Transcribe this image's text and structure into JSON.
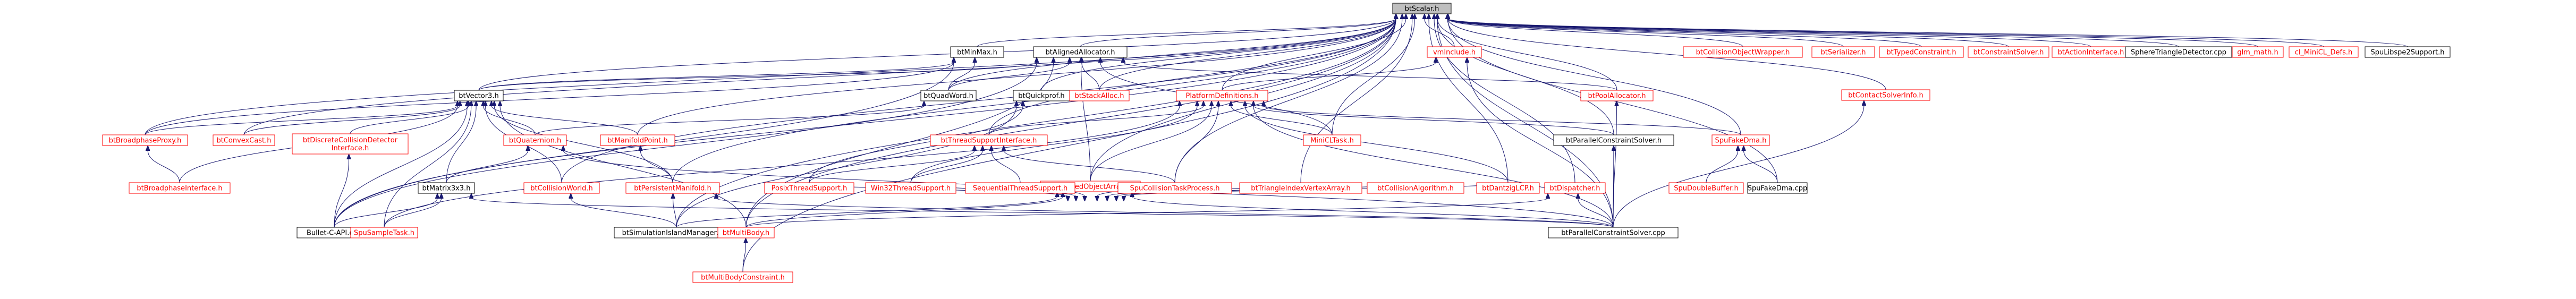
{
  "colors": {
    "root_fill": "#bfbfbf",
    "node_fill": "#ffffff",
    "node_stroke_default": "#000000",
    "node_stroke_red": "#ff0000",
    "node_text": "#000000",
    "node_text_red": "#ff0000",
    "edge": "#191970"
  },
  "nodes": {
    "root": "btScalar.h",
    "btAlignedAllocator": "btAlignedAllocator.h",
    "btMinMax": "btMinMax.h",
    "vmInclude": "vmInclude.h",
    "btCollisionObjectWrapper": "btCollisionObjectWrapper.h",
    "btSerializer": "btSerializer.h",
    "btTypedConstraint": "btTypedConstraint.h",
    "btConstraintSolver": "btConstraintSolver.h",
    "btActionInterface": "btActionInterface.h",
    "SphereTriangleDetector": "SphereTriangleDetector.cpp",
    "glm_math": "glm_math.h",
    "cl_MiniCL_Defs": "cl_MiniCL_Defs.h",
    "SpuLibspe2Support": "SpuLibspe2Support.h",
    "btContactSolverInfo": "btContactSolverInfo.h",
    "btVector3": "btVector3.h",
    "btQuadWord": "btQuadWord.h",
    "btQuickprof": "btQuickprof.h",
    "btStackAlloc": "btStackAlloc.h",
    "PlatformDefinitions": "PlatformDefinitions.h",
    "btPoolAllocator": "btPoolAllocator.h",
    "btBroadphaseProxy": "btBroadphaseProxy.h",
    "btConvexCast": "btConvexCast.h",
    "btDiscreteCollisionDetectorInterface": "btDiscreteCollisionDetector\nInterface.h",
    "btQuaternion": "btQuaternion.h",
    "btManifoldPoint": "btManifoldPoint.h",
    "btThreadSupportInterface": "btThreadSupportInterface.h",
    "btAlignedObjectArray": "btAlignedObjectArray.h",
    "MiniCLTask": "MiniCLTask.h",
    "btParallelConstraintSolver_h": "btParallelConstraintSolver.h",
    "SpuFakeDma_h": "SpuFakeDma.h",
    "btBroadphaseInterface": "btBroadphaseInterface.h",
    "btMatrix3x3": "btMatrix3x3.h",
    "btCollisionWorld": "btCollisionWorld.h",
    "btPersistentManifold": "btPersistentManifold.h",
    "PosixThreadSupport": "PosixThreadSupport.h",
    "Win32ThreadSupport": "Win32ThreadSupport.h",
    "SequentialThreadSupport": "SequentialThreadSupport.h",
    "SpuCollisionTaskProcess": "SpuCollisionTaskProcess.h",
    "btTriangleIndexVertexArray": "btTriangleIndexVertexArray.h",
    "btCollisionAlgorithm": "btCollisionAlgorithm.h",
    "btDantzigLCP": "btDantzigLCP.h",
    "btDispatcher": "btDispatcher.h",
    "SpuDoubleBuffer": "SpuDoubleBuffer.h",
    "SpuFakeDma_cpp": "SpuFakeDma.cpp",
    "BulletC_API": "Bullet-C-API.cpp",
    "SpuSampleTask": "SpuSampleTask.h",
    "btSimulationIslandManager": "btSimulationIslandManager.cpp",
    "btMultiBody": "btMultiBody.h",
    "btParallelConstraintSolver_cpp": "btParallelConstraintSolver.cpp",
    "btMultiBodyConstraint": "btMultiBodyConstraint.h"
  }
}
